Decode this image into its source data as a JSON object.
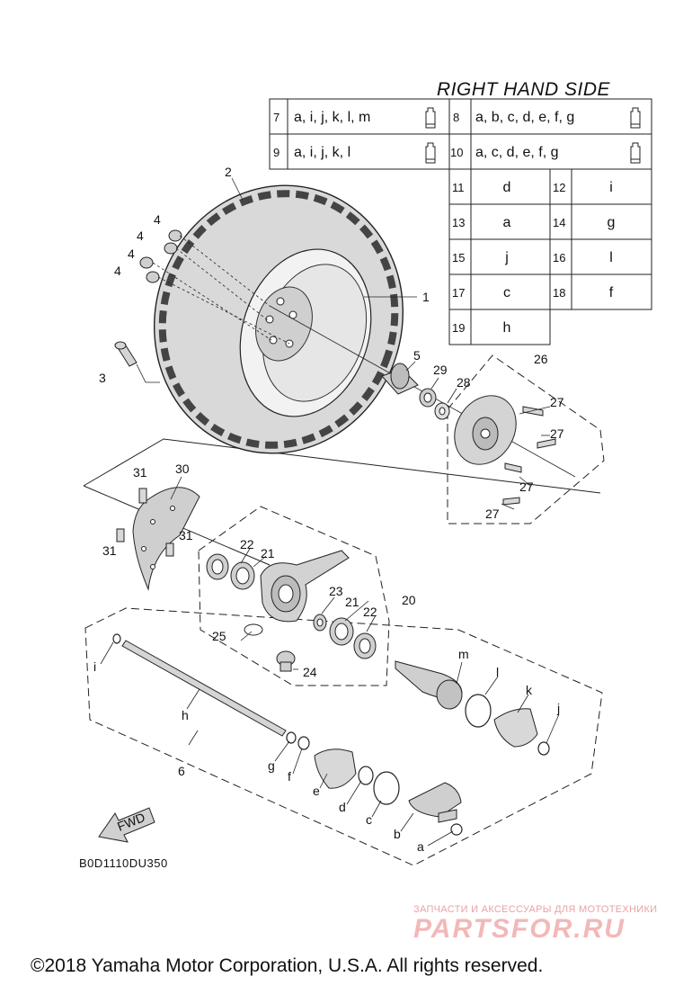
{
  "header": {
    "title": "RIGHT HAND SIDE"
  },
  "table": {
    "top_rows": [
      {
        "num": "7",
        "letters": "a, i, j, k, l, m"
      },
      {
        "num": "8",
        "letters": "a, b, c, d, e, f, g"
      },
      {
        "num": "9",
        "letters": "a, i, j, k, l"
      },
      {
        "num": "10",
        "letters": "a, c, d, e, f, g"
      }
    ],
    "cells": [
      {
        "num": "11",
        "letter": "d"
      },
      {
        "num": "12",
        "letter": "i"
      },
      {
        "num": "13",
        "letter": "a"
      },
      {
        "num": "14",
        "letter": "g"
      },
      {
        "num": "15",
        "letter": "j"
      },
      {
        "num": "16",
        "letter": "l"
      },
      {
        "num": "17",
        "letter": "c"
      },
      {
        "num": "18",
        "letter": "f"
      },
      {
        "num": "19",
        "letter": "h"
      }
    ]
  },
  "callouts": {
    "n1": "1",
    "n2": "2",
    "n3": "3",
    "n4": "4",
    "n5": "5",
    "n6": "6",
    "n20": "20",
    "n21": "21",
    "n22": "22",
    "n23": "23",
    "n24": "24",
    "n25": "25",
    "n26": "26",
    "n27": "27",
    "n28": "28",
    "n29": "29",
    "n30": "30",
    "n31": "31",
    "la": "a",
    "lb": "b",
    "lc": "c",
    "ld": "d",
    "le": "e",
    "lf": "f",
    "lg": "g",
    "lh": "h",
    "li": "i",
    "lj": "j",
    "lk": "k",
    "ll": "l",
    "lm": "m"
  },
  "fwd_label": "FWD",
  "diagram_code": "B0D1110DU350",
  "watermark": {
    "line1": "ЗАПЧАСТИ И АКСЕССУАРЫ ДЛЯ МОТОТЕХНИКИ",
    "line2": "PARTSFOR.RU"
  },
  "footer": {
    "copyright": "©2018 Yamaha Motor Corporation, U.S.A. All rights reserved."
  }
}
